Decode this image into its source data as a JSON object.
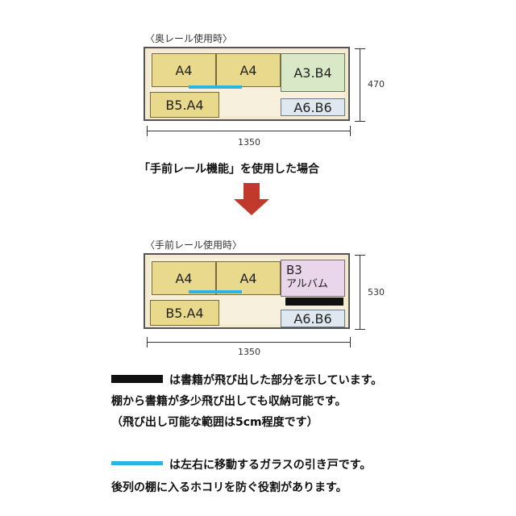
{
  "top": {
    "caption": "〈奥レール使用時〉",
    "boxes": {
      "a4_left": "A4",
      "a4_right": "A4",
      "a3b4": "A3.B4",
      "b5a4": "B5.A4",
      "a6b6": "A6.B6"
    },
    "width_label": "1350",
    "height_label": "470"
  },
  "middle": {
    "heading": "「手前レール機能」を使用した場合"
  },
  "bottom": {
    "caption": "〈手前レール使用時〉",
    "boxes": {
      "a4_left": "A4",
      "a4_right": "A4",
      "b3": "B3",
      "album": "アルバム",
      "b5a4": "B5.A4",
      "a6b6": "A6.B6"
    },
    "width_label": "1350",
    "height_label": "530"
  },
  "legend": {
    "black_line1": "は書籍が飛び出した部分を示しています。",
    "black_line2": "棚から書籍が多少飛び出しても収納可能です。",
    "black_line3": "（飛び出し可能な範囲は5cm程度です）",
    "blue_line1": "は左右に移動するガラスの引き戸です。",
    "blue_line2": "後列の棚に入るホコリを防ぐ役割があります。"
  },
  "colors": {
    "glass": "#2ab4e6",
    "arrow": "#c0392b",
    "protrusion": "#111111"
  }
}
